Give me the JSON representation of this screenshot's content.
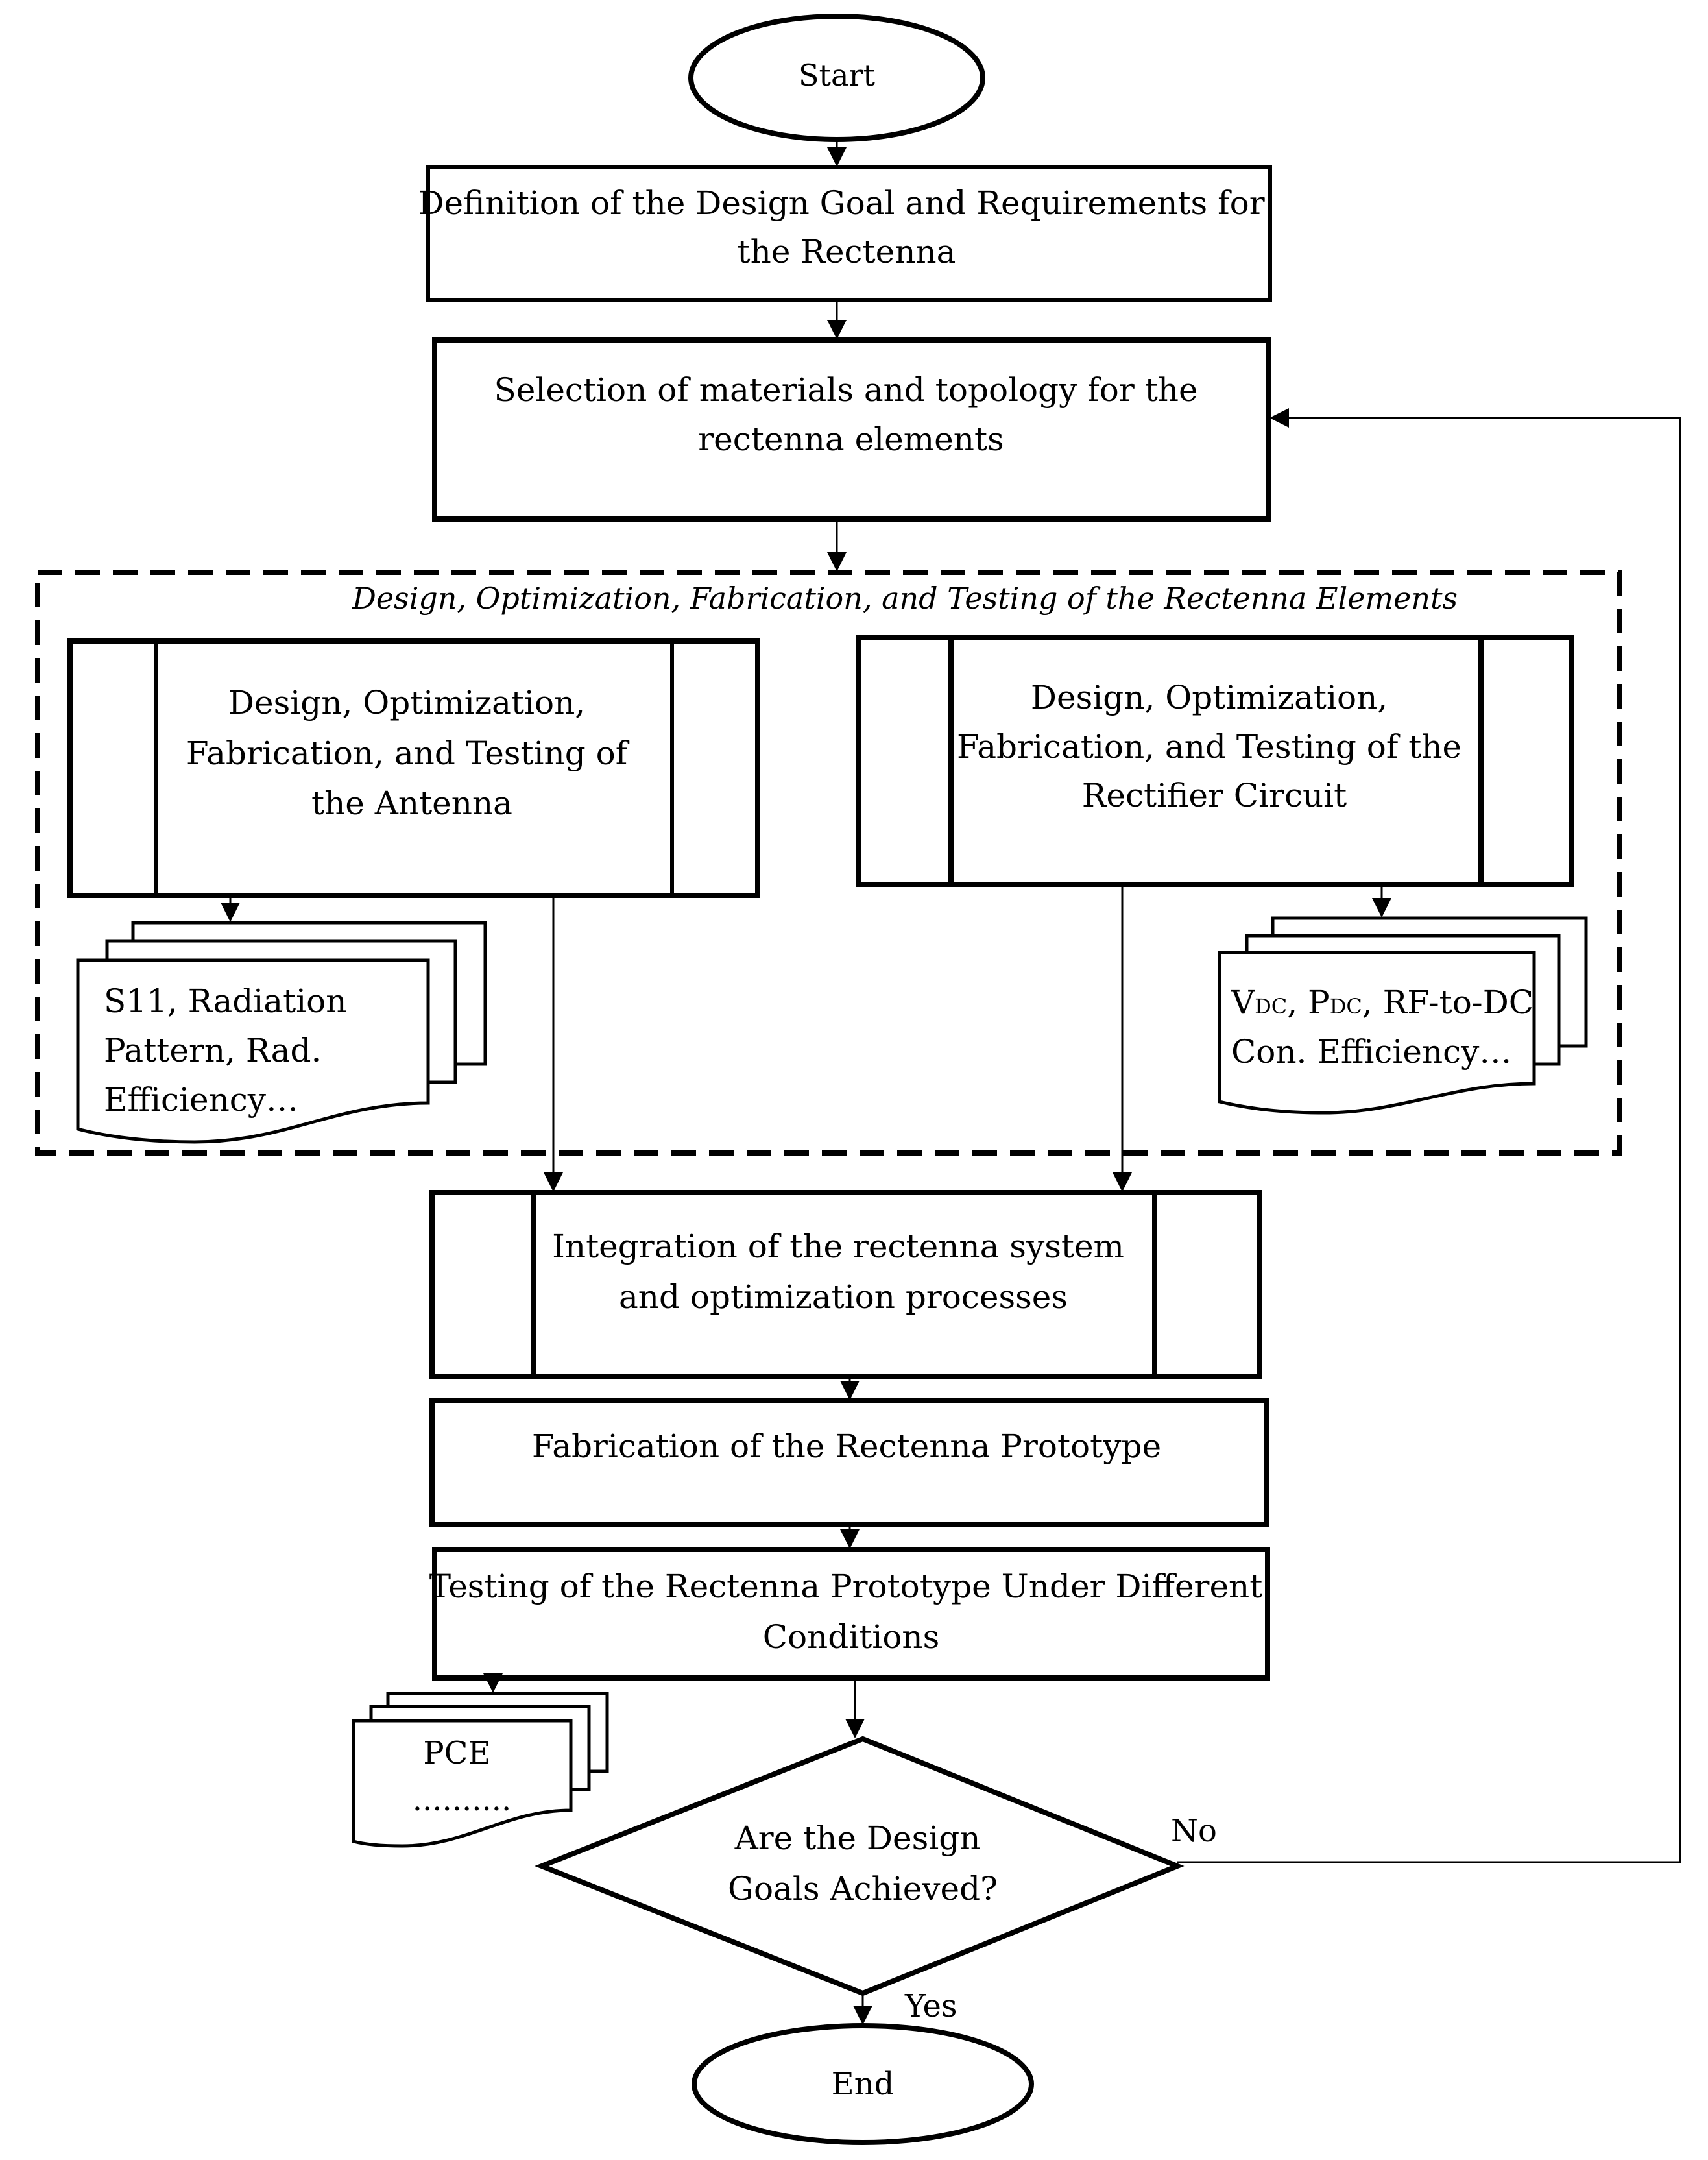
{
  "nodes": {
    "start": "Start",
    "definition": [
      "Definition of the Design Goal and Requirements for",
      "the Rectenna"
    ],
    "selection": [
      "Selection of materials and topology for the",
      "rectenna elements"
    ],
    "group_title": "Design, Optimization, Fabrication, and Testing of the Rectenna Elements",
    "antenna": [
      "Design, Optimization,",
      "Fabrication, and Testing of",
      "the Antenna"
    ],
    "rectifier": [
      "Design, Optimization,",
      "Fabrication, and Testing of the",
      "Rectifier Circuit"
    ],
    "antenna_outputs": [
      "S11, Radiation",
      "Pattern, Rad.",
      "Efficiency…"
    ],
    "rectifier_outputs": {
      "line1": [
        {
          "text": "V",
          "sub": false
        },
        {
          "text": "DC",
          "sub": true
        },
        {
          "text": ", P",
          "sub": false
        },
        {
          "text": "DC",
          "sub": true
        },
        {
          "text": ", RF-to-DC",
          "sub": false
        }
      ],
      "line2": "Con. Efficiency…"
    },
    "integration": [
      "Integration of the rectenna system",
      "and optimization processes"
    ],
    "fabrication": "Fabrication of the Rectenna Prototype",
    "testing": [
      "Testing of the Rectenna Prototype Under Different",
      "Conditions"
    ],
    "test_outputs": [
      "PCE",
      ".........."
    ],
    "decision": [
      "Are the Design",
      "Goals Achieved?"
    ],
    "end": "End"
  },
  "edges": {
    "no_label": "No",
    "yes_label": "Yes"
  }
}
